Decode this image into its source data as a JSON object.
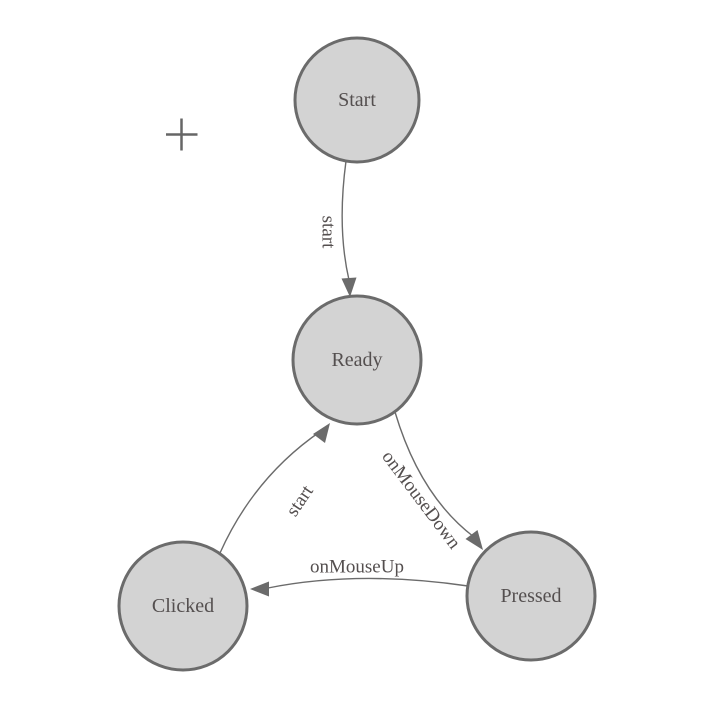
{
  "diagram": {
    "type": "state-machine",
    "nodes": [
      {
        "id": "start",
        "label": "Start"
      },
      {
        "id": "ready",
        "label": "Ready"
      },
      {
        "id": "clicked",
        "label": "Clicked"
      },
      {
        "id": "pressed",
        "label": "Pressed"
      }
    ],
    "edges": [
      {
        "from": "start",
        "to": "ready",
        "label": "start"
      },
      {
        "from": "clicked",
        "to": "ready",
        "label": "start"
      },
      {
        "from": "ready",
        "to": "pressed",
        "label": "onMouseDown"
      },
      {
        "from": "pressed",
        "to": "clicked",
        "label": "onMouseUp"
      }
    ],
    "markers": [
      {
        "id": "origin-crosshair",
        "glyph": "plus-crosshair"
      }
    ],
    "colors": {
      "background": "#ffffff",
      "node_fill": "#d3d3d3",
      "node_stroke": "#6b6b6b",
      "edge_stroke": "#6b6b6b",
      "arrow_fill": "#6b6b6b",
      "label_color": "#544f4f",
      "crosshair_color": "#666666"
    }
  }
}
